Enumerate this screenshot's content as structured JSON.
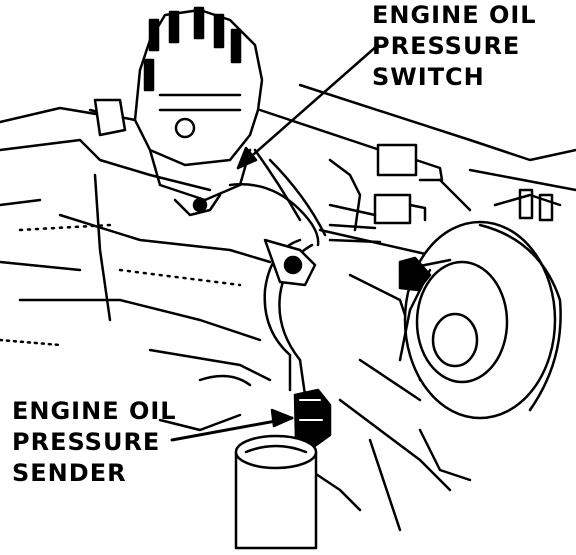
{
  "labels": {
    "switch": [
      "ENGINE OIL",
      "PRESSURE",
      "SWITCH"
    ],
    "sender": [
      "ENGINE OIL",
      "PRESSURE",
      "SENDER"
    ]
  },
  "colors": {
    "ink": "#000000",
    "paper": "#ffffff"
  }
}
